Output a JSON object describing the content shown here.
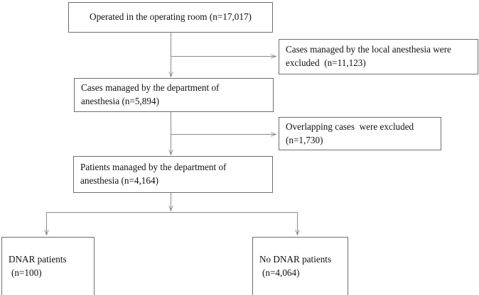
{
  "diagram": {
    "type": "study-flow-diagram",
    "nodes": {
      "operated": {
        "lines": [
          "Operated in the operating room (n=17,017)"
        ]
      },
      "local_excluded": {
        "lines": [
          "Cases managed by the local anesthesia were",
          "excluded  (n=11,123)"
        ]
      },
      "dept_cases": {
        "lines": [
          "Cases managed by the department of",
          "anesthesia (n=5,894)"
        ]
      },
      "overlap_excluded": {
        "lines": [
          "Overlapping cases  were excluded",
          "(n=1,730)"
        ]
      },
      "dept_patients": {
        "lines": [
          "Patients managed by the department of",
          "anesthesia (n=4,164)"
        ]
      },
      "dnar": {
        "lines": [
          "DNAR patients",
          "(n=100)"
        ]
      },
      "no_dnar": {
        "lines": [
          "No DNAR patients",
          "(n=4,064)"
        ]
      }
    },
    "colors": {
      "box_border": "#6e6e6e",
      "connector": "#8a8a8a",
      "text": "#111111",
      "background": "#ffffff"
    }
  }
}
